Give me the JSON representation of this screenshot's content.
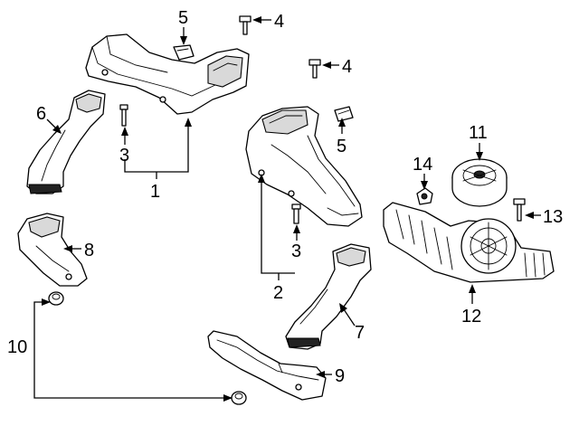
{
  "callouts": {
    "c1": "1",
    "c2": "2",
    "c3a": "3",
    "c3b": "3",
    "c4a": "4",
    "c4b": "4",
    "c5a": "5",
    "c5b": "5",
    "c6": "6",
    "c7": "7",
    "c8": "8",
    "c9": "9",
    "c10": "10",
    "c11": "11",
    "c12": "12",
    "c13": "13",
    "c14": "14"
  }
}
